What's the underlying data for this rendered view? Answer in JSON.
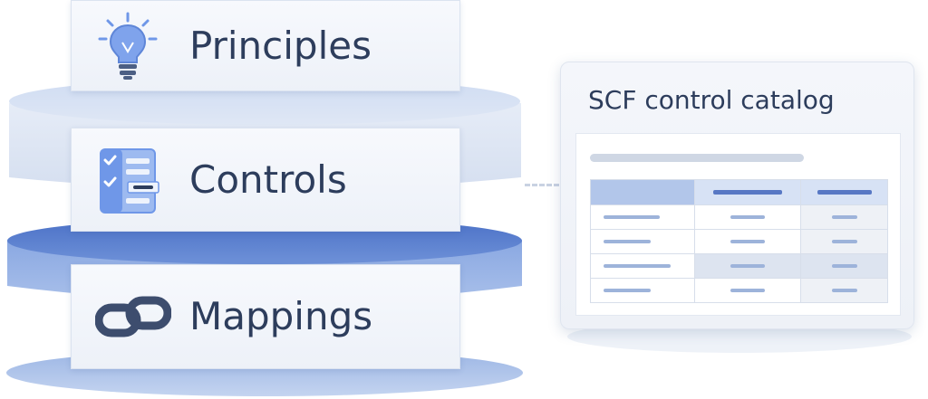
{
  "layers": [
    {
      "id": "principles",
      "label": "Principles",
      "icon": "lightbulb-icon"
    },
    {
      "id": "controls",
      "label": "Controls",
      "icon": "checklist-icon"
    },
    {
      "id": "mappings",
      "label": "Mappings",
      "icon": "chain-link-icon"
    }
  ],
  "catalog": {
    "title": "SCF control catalog",
    "icon": "table-icon",
    "columns": 3,
    "rows": 4
  },
  "colors": {
    "text": "#2d3d5c",
    "accent_blue": "#4f74c8",
    "light_blue": "#cfdcf2",
    "card_bg": "#f1f4fa",
    "icon_blue": "#6f97e8"
  }
}
